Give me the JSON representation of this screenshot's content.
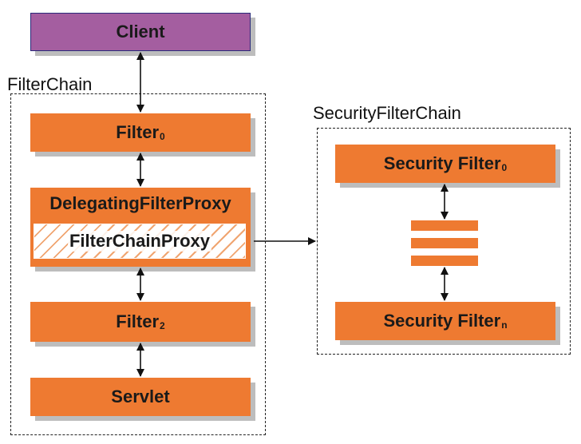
{
  "client": {
    "label": "Client"
  },
  "filter_chain": {
    "title": "FilterChain",
    "filter0": {
      "label": "Filter",
      "sub": "0"
    },
    "delegating": {
      "label": "DelegatingFilterProxy"
    },
    "proxy": {
      "label": "FilterChainProxy"
    },
    "filter2": {
      "label": "Filter",
      "sub": "2"
    },
    "servlet": {
      "label": "Servlet"
    }
  },
  "security_chain": {
    "title": "SecurityFilterChain",
    "first": {
      "label": "Security Filter",
      "sub": "0"
    },
    "last": {
      "label": "Security Filter",
      "sub": "n"
    }
  },
  "colors": {
    "orange": "#ee7a31",
    "client": "#a45ea0",
    "shadow": "#bdbdbd"
  }
}
